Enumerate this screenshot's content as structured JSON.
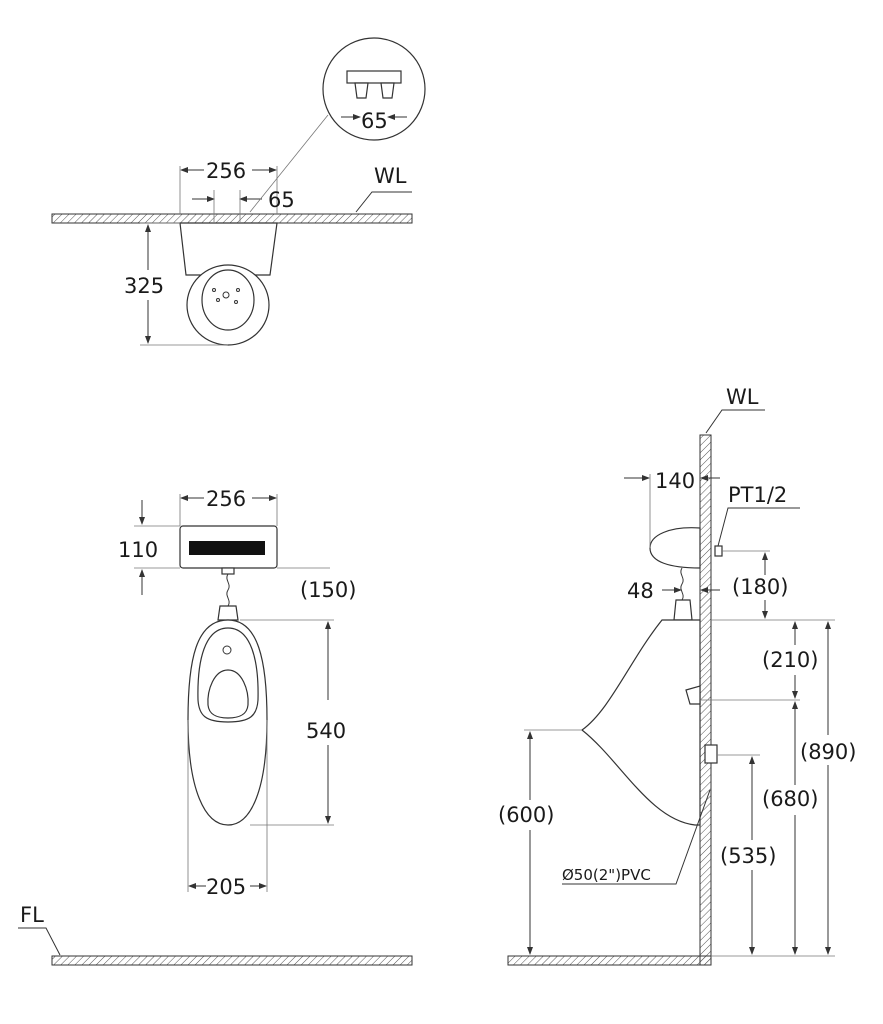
{
  "top_view": {
    "wall_label": "WL",
    "width_dim": "256",
    "pipe_spacing_dim": "65",
    "depth_dim": "325",
    "detail_spacing_dim": "65"
  },
  "front_view": {
    "sensor_width_dim": "256",
    "sensor_height_dim": "110",
    "pipe_gap_dim": "(150)",
    "urinal_height_dim": "540",
    "bowl_width_dim": "205",
    "floor_label": "FL"
  },
  "side_view": {
    "wall_label": "WL",
    "projection_dim": "140",
    "thread_label": "PT1/2",
    "pipe_offset_dim": "48",
    "inlet_gap_dim": "(180)",
    "spud_dim": "(210)",
    "top_height_dim": "(890)",
    "hanger_height_dim": "(680)",
    "lip_height_dim": "(600)",
    "outlet_height_dim": "(535)",
    "outlet_pipe_label": "Ø50(2\")PVC"
  }
}
